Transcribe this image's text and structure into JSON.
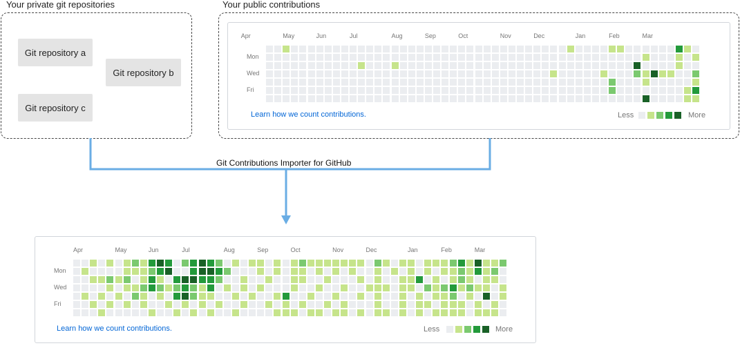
{
  "private_section": {
    "label": "Your private git repositories",
    "repositories": [
      "Git repository a",
      "Git repository b",
      "Git repository c"
    ]
  },
  "public_section": {
    "label": "Your public contributions"
  },
  "connector": {
    "label": "Git Contributions Importer for GitHub"
  },
  "colors": {
    "levels": [
      "#ebedf0",
      "#c6e48b",
      "#7bc96f",
      "#239a3b",
      "#196127"
    ],
    "flow_line": "#6aade4",
    "link": "#0366d6"
  },
  "public_graph": {
    "months": [
      "Apr",
      "May",
      "Jun",
      "Jul",
      "Aug",
      "Sep",
      "Oct",
      "Nov",
      "Dec",
      "Jan",
      "Feb",
      "Mar"
    ],
    "month_weeks": [
      1,
      6,
      10,
      14,
      19,
      23,
      27,
      32,
      36,
      41,
      45,
      49
    ],
    "days": [
      "Mon",
      "Wed",
      "Fri"
    ],
    "weeks": 52,
    "footer_link": "Learn how we count contributions.",
    "legend_less": "Less",
    "legend_more": "More",
    "contributions": [
      [
        6,
        0,
        1
      ],
      [
        40,
        0,
        1
      ],
      [
        45,
        0,
        1
      ],
      [
        46,
        0,
        1
      ],
      [
        53,
        0,
        3
      ],
      [
        54,
        0,
        1
      ],
      [
        49,
        1,
        1
      ],
      [
        53,
        1,
        1
      ],
      [
        55,
        1,
        1
      ],
      [
        15,
        2,
        1
      ],
      [
        19,
        2,
        1
      ],
      [
        48,
        2,
        4
      ],
      [
        53,
        2,
        1
      ],
      [
        38,
        3,
        1
      ],
      [
        44,
        3,
        1
      ],
      [
        48,
        3,
        2
      ],
      [
        49,
        3,
        1
      ],
      [
        50,
        3,
        4
      ],
      [
        51,
        3,
        1
      ],
      [
        52,
        3,
        1
      ],
      [
        55,
        3,
        2
      ],
      [
        45,
        4,
        2
      ],
      [
        49,
        4,
        1
      ],
      [
        55,
        4,
        1
      ],
      [
        45,
        5,
        2
      ],
      [
        54,
        5,
        1
      ],
      [
        55,
        5,
        3
      ],
      [
        49,
        6,
        4
      ],
      [
        54,
        6,
        1
      ],
      [
        55,
        6,
        1
      ]
    ]
  },
  "imported_graph": {
    "months": [
      "Apr",
      "May",
      "Jun",
      "Jul",
      "Aug",
      "Sep",
      "Oct",
      "Nov",
      "Dec",
      "Jan",
      "Feb",
      "Mar"
    ],
    "month_weeks": [
      0,
      5,
      9,
      13,
      18,
      22,
      26,
      31,
      35,
      40,
      44,
      48
    ],
    "days": [
      "Mon",
      "Wed",
      "Fri"
    ],
    "weeks": 52,
    "footer_link": "Learn how we count contributions.",
    "legend_less": "Less",
    "legend_more": "More",
    "contributions": [
      [
        2,
        0,
        1
      ],
      [
        4,
        0,
        1
      ],
      [
        6,
        0,
        1
      ],
      [
        7,
        0,
        2
      ],
      [
        8,
        0,
        1
      ],
      [
        9,
        0,
        3
      ],
      [
        10,
        0,
        4
      ],
      [
        11,
        0,
        3
      ],
      [
        13,
        0,
        2
      ],
      [
        14,
        0,
        3
      ],
      [
        15,
        0,
        4
      ],
      [
        16,
        0,
        3
      ],
      [
        17,
        0,
        2
      ],
      [
        19,
        0,
        1
      ],
      [
        21,
        0,
        1
      ],
      [
        22,
        0,
        1
      ],
      [
        24,
        0,
        1
      ],
      [
        26,
        0,
        1
      ],
      [
        27,
        0,
        2
      ],
      [
        28,
        0,
        1
      ],
      [
        29,
        0,
        1
      ],
      [
        30,
        0,
        1
      ],
      [
        31,
        0,
        1
      ],
      [
        32,
        0,
        1
      ],
      [
        33,
        0,
        1
      ],
      [
        34,
        0,
        1
      ],
      [
        36,
        0,
        2
      ],
      [
        37,
        0,
        1
      ],
      [
        39,
        0,
        1
      ],
      [
        40,
        0,
        1
      ],
      [
        42,
        0,
        1
      ],
      [
        43,
        0,
        1
      ],
      [
        44,
        0,
        1
      ],
      [
        45,
        0,
        2
      ],
      [
        46,
        0,
        3
      ],
      [
        47,
        0,
        1
      ],
      [
        48,
        0,
        4
      ],
      [
        49,
        0,
        1
      ],
      [
        50,
        0,
        1
      ],
      [
        51,
        0,
        2
      ],
      [
        1,
        1,
        1
      ],
      [
        6,
        1,
        1
      ],
      [
        7,
        1,
        1
      ],
      [
        8,
        1,
        1
      ],
      [
        9,
        1,
        2
      ],
      [
        10,
        1,
        3
      ],
      [
        11,
        1,
        4
      ],
      [
        14,
        1,
        3
      ],
      [
        15,
        1,
        4
      ],
      [
        16,
        1,
        4
      ],
      [
        17,
        1,
        3
      ],
      [
        18,
        1,
        2
      ],
      [
        22,
        1,
        1
      ],
      [
        24,
        1,
        1
      ],
      [
        26,
        1,
        1
      ],
      [
        27,
        1,
        1
      ],
      [
        29,
        1,
        1
      ],
      [
        31,
        1,
        1
      ],
      [
        33,
        1,
        1
      ],
      [
        36,
        1,
        1
      ],
      [
        38,
        1,
        1
      ],
      [
        40,
        1,
        1
      ],
      [
        42,
        1,
        1
      ],
      [
        44,
        1,
        1
      ],
      [
        45,
        1,
        1
      ],
      [
        46,
        1,
        2
      ],
      [
        47,
        1,
        1
      ],
      [
        48,
        1,
        3
      ],
      [
        49,
        1,
        1
      ],
      [
        50,
        1,
        2
      ],
      [
        2,
        2,
        1
      ],
      [
        3,
        2,
        1
      ],
      [
        4,
        2,
        2
      ],
      [
        5,
        2,
        1
      ],
      [
        6,
        2,
        2
      ],
      [
        8,
        2,
        1
      ],
      [
        9,
        2,
        3
      ],
      [
        10,
        2,
        1
      ],
      [
        12,
        2,
        3
      ],
      [
        13,
        2,
        4
      ],
      [
        14,
        2,
        4
      ],
      [
        15,
        2,
        3
      ],
      [
        16,
        2,
        3
      ],
      [
        17,
        2,
        2
      ],
      [
        20,
        2,
        1
      ],
      [
        23,
        2,
        1
      ],
      [
        26,
        2,
        1
      ],
      [
        27,
        2,
        1
      ],
      [
        30,
        2,
        1
      ],
      [
        34,
        2,
        1
      ],
      [
        36,
        2,
        1
      ],
      [
        39,
        2,
        1
      ],
      [
        40,
        2,
        1
      ],
      [
        41,
        2,
        3
      ],
      [
        43,
        2,
        1
      ],
      [
        45,
        2,
        1
      ],
      [
        46,
        2,
        2
      ],
      [
        47,
        2,
        1
      ],
      [
        49,
        2,
        1
      ],
      [
        50,
        2,
        1
      ],
      [
        4,
        3,
        1
      ],
      [
        6,
        3,
        1
      ],
      [
        7,
        3,
        1
      ],
      [
        8,
        3,
        2
      ],
      [
        9,
        3,
        3
      ],
      [
        10,
        3,
        2
      ],
      [
        11,
        3,
        1
      ],
      [
        12,
        3,
        2
      ],
      [
        13,
        3,
        3
      ],
      [
        14,
        3,
        2
      ],
      [
        15,
        3,
        1
      ],
      [
        16,
        3,
        3
      ],
      [
        18,
        3,
        1
      ],
      [
        20,
        3,
        1
      ],
      [
        22,
        3,
        1
      ],
      [
        26,
        3,
        1
      ],
      [
        29,
        3,
        1
      ],
      [
        32,
        3,
        1
      ],
      [
        35,
        3,
        1
      ],
      [
        36,
        3,
        1
      ],
      [
        37,
        3,
        1
      ],
      [
        39,
        3,
        1
      ],
      [
        40,
        3,
        1
      ],
      [
        42,
        3,
        2
      ],
      [
        43,
        3,
        1
      ],
      [
        44,
        3,
        2
      ],
      [
        45,
        3,
        3
      ],
      [
        46,
        3,
        1
      ],
      [
        47,
        3,
        2
      ],
      [
        48,
        3,
        1
      ],
      [
        49,
        3,
        1
      ],
      [
        51,
        3,
        1
      ],
      [
        1,
        4,
        1
      ],
      [
        3,
        4,
        1
      ],
      [
        5,
        4,
        1
      ],
      [
        7,
        4,
        2
      ],
      [
        8,
        4,
        1
      ],
      [
        10,
        4,
        1
      ],
      [
        12,
        4,
        3
      ],
      [
        13,
        4,
        4
      ],
      [
        14,
        4,
        2
      ],
      [
        15,
        4,
        1
      ],
      [
        16,
        4,
        1
      ],
      [
        19,
        4,
        1
      ],
      [
        21,
        4,
        1
      ],
      [
        24,
        4,
        1
      ],
      [
        25,
        4,
        3
      ],
      [
        28,
        4,
        1
      ],
      [
        31,
        4,
        1
      ],
      [
        34,
        4,
        1
      ],
      [
        36,
        4,
        1
      ],
      [
        39,
        4,
        1
      ],
      [
        41,
        4,
        1
      ],
      [
        43,
        4,
        1
      ],
      [
        44,
        4,
        1
      ],
      [
        45,
        4,
        2
      ],
      [
        47,
        4,
        1
      ],
      [
        49,
        4,
        4
      ],
      [
        51,
        4,
        1
      ],
      [
        2,
        5,
        1
      ],
      [
        4,
        5,
        1
      ],
      [
        6,
        5,
        1
      ],
      [
        8,
        5,
        1
      ],
      [
        11,
        5,
        1
      ],
      [
        13,
        5,
        1
      ],
      [
        15,
        5,
        1
      ],
      [
        17,
        5,
        1
      ],
      [
        20,
        5,
        1
      ],
      [
        23,
        5,
        1
      ],
      [
        25,
        5,
        1
      ],
      [
        27,
        5,
        1
      ],
      [
        30,
        5,
        1
      ],
      [
        32,
        5,
        1
      ],
      [
        36,
        5,
        1
      ],
      [
        39,
        5,
        1
      ],
      [
        41,
        5,
        1
      ],
      [
        42,
        5,
        1
      ],
      [
        44,
        5,
        1
      ],
      [
        45,
        5,
        1
      ],
      [
        46,
        5,
        1
      ],
      [
        48,
        5,
        1
      ],
      [
        50,
        5,
        1
      ],
      [
        3,
        6,
        1
      ],
      [
        9,
        6,
        1
      ],
      [
        12,
        6,
        1
      ],
      [
        14,
        6,
        1
      ],
      [
        16,
        6,
        1
      ],
      [
        19,
        6,
        1
      ],
      [
        24,
        6,
        1
      ],
      [
        25,
        6,
        1
      ],
      [
        26,
        6,
        1
      ],
      [
        28,
        6,
        1
      ],
      [
        29,
        6,
        1
      ],
      [
        31,
        6,
        1
      ],
      [
        32,
        6,
        1
      ],
      [
        34,
        6,
        1
      ],
      [
        36,
        6,
        1
      ],
      [
        37,
        6,
        1
      ],
      [
        39,
        6,
        1
      ],
      [
        41,
        6,
        1
      ],
      [
        43,
        6,
        1
      ],
      [
        44,
        6,
        1
      ],
      [
        45,
        6,
        1
      ],
      [
        46,
        6,
        1
      ],
      [
        48,
        6,
        1
      ],
      [
        49,
        6,
        1
      ],
      [
        50,
        6,
        1
      ]
    ]
  }
}
